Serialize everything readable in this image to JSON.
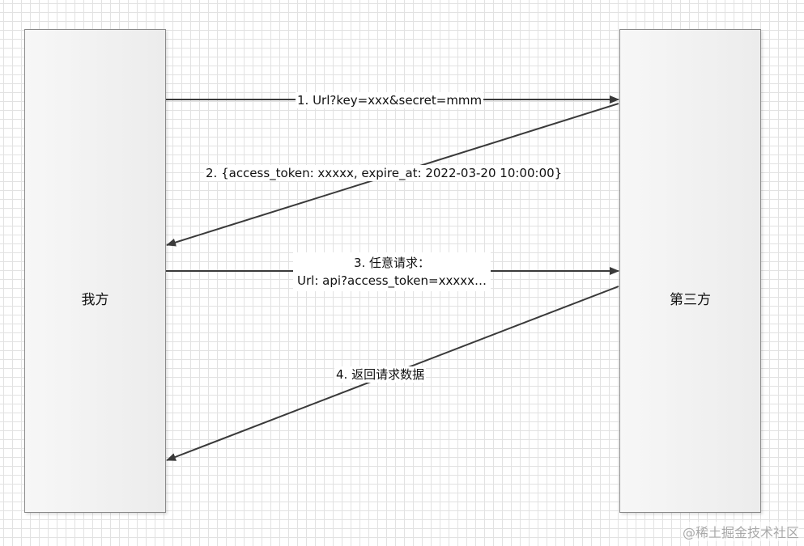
{
  "actors": {
    "left": "我方",
    "right": "第三方"
  },
  "messages": {
    "m1": "1. Url?key=xxx&secret=mmm",
    "m2": "2. {access_token: xxxxx, expire_at: 2022-03-20 10:00:00}",
    "m3_line1": "3. 任意请求：",
    "m3_line2": "Url: api?access_token=xxxxx…",
    "m4": "4. 返回请求数据"
  },
  "watermark": "@稀土掘金技术社区"
}
